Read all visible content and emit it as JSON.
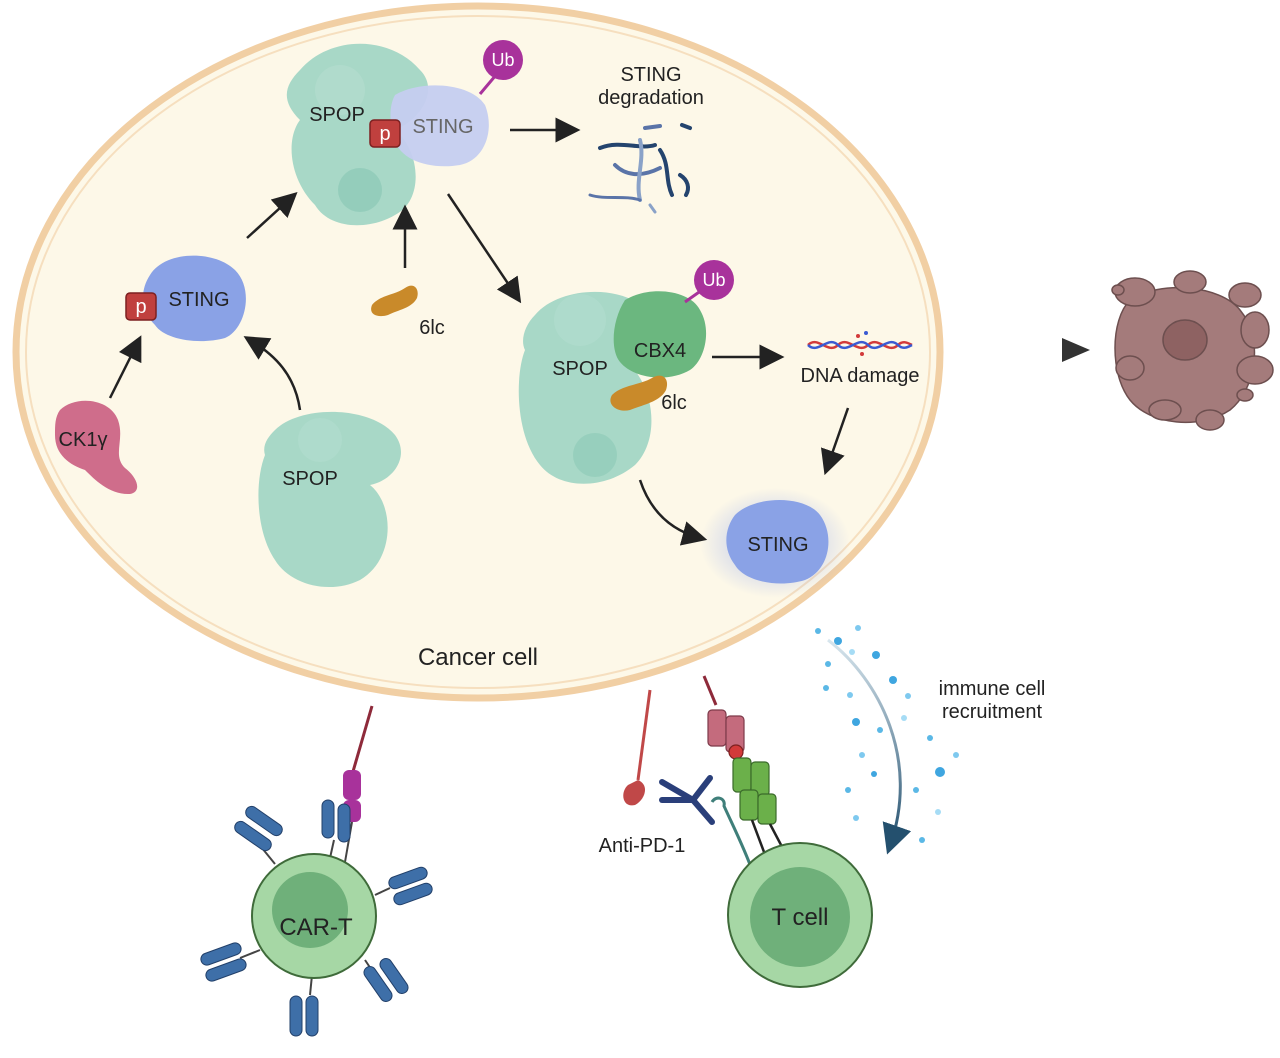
{
  "labels": {
    "cancer_cell": "Cancer cell",
    "sting_degradation_line1": "STING",
    "sting_degradation_line2": "degradation",
    "spop_top": "SPOP",
    "p_top": "p",
    "sting_top": "STING",
    "ub_top": "Ub",
    "p_left": "p",
    "sting_left": "STING",
    "ck1": "CK1γ",
    "spop_bottom_left": "SPOP",
    "sixlc_top": "6lc",
    "spop_mid": "SPOP",
    "cbx4": "CBX4",
    "ub_mid": "Ub",
    "sixlc_mid": "6lc",
    "dna_damage": "DNA damage",
    "sting_active": "STING",
    "immune_line1": "immune cell",
    "immune_line2": "recruitment",
    "anti_pd1": "Anti-PD-1",
    "t_cell": "T cell",
    "car_t": "CAR-T"
  },
  "colors": {
    "cell_fill": "#fdf8e8",
    "cell_border": "#f1cfa4",
    "spop": "#9fd4c3",
    "sting": "#8aa2e6",
    "sting_pale": "#c5cdf0",
    "phospho": "#c0403e",
    "ubiquitin": "#a8329b",
    "ck1": "#cf6d8b",
    "compound": "#c98a2a",
    "cbx4": "#6bb77f",
    "tcell": "#a6d7a5",
    "tcell_nucleus": "#6fb07a",
    "receptor_blue": "#3e6fa8",
    "tumor": "#a47b7b"
  }
}
